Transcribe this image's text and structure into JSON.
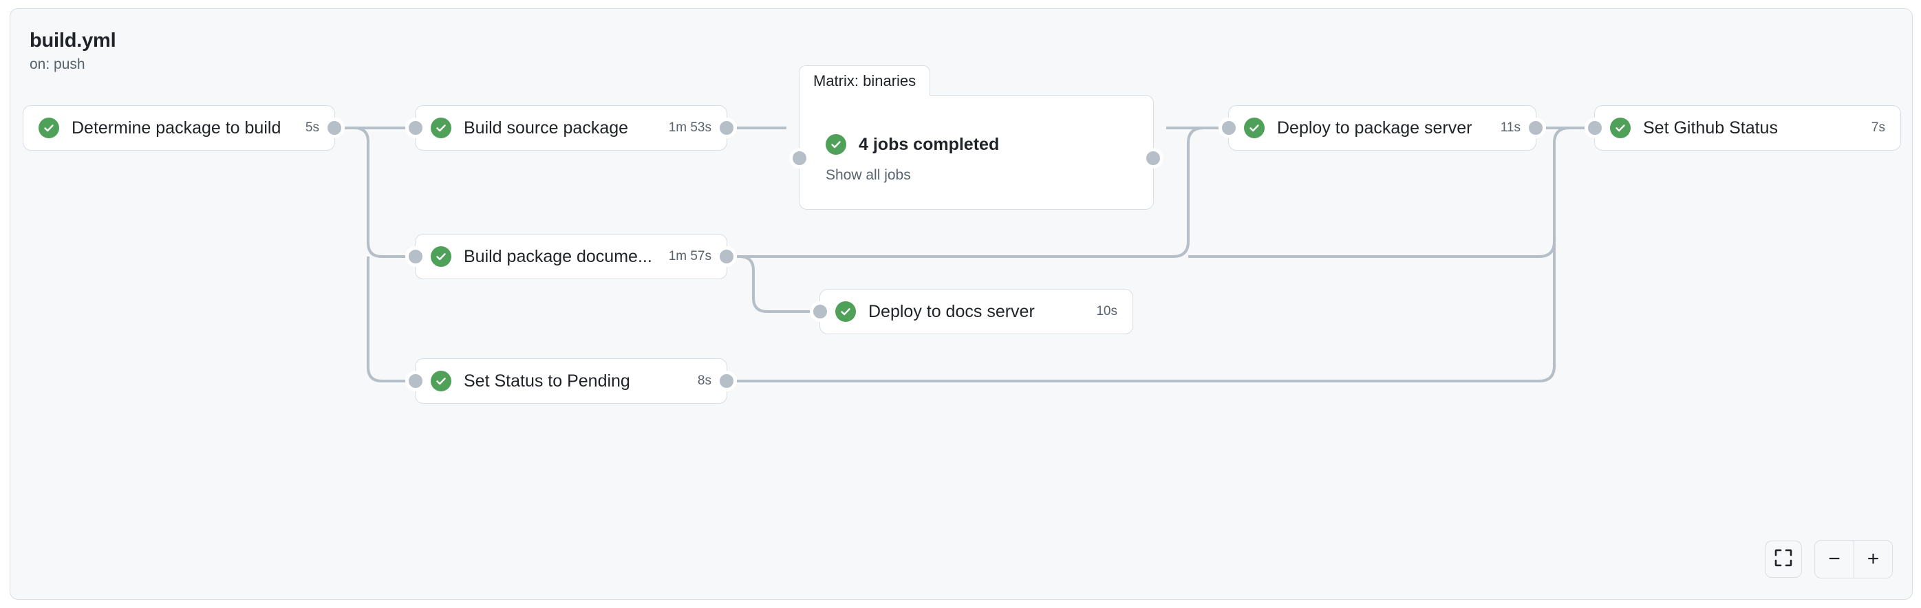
{
  "header": {
    "title": "build.yml",
    "trigger": "on: push"
  },
  "nodes": [
    {
      "id": "determine-package-to-build",
      "label": "Determine package to build",
      "duration": "5s",
      "status": "success"
    },
    {
      "id": "build-source-package",
      "label": "Build source package",
      "duration": "1m 53s",
      "status": "success"
    },
    {
      "id": "build-package-documentation",
      "label": "Build package docume...",
      "duration": "1m 57s",
      "status": "success"
    },
    {
      "id": "set-status-to-pending",
      "label": "Set Status to Pending",
      "duration": "8s",
      "status": "success"
    },
    {
      "id": "deploy-to-docs-server",
      "label": "Deploy to docs server",
      "duration": "10s",
      "status": "success"
    },
    {
      "id": "deploy-to-package-server",
      "label": "Deploy to package server",
      "duration": "11s",
      "status": "success"
    },
    {
      "id": "set-github-status",
      "label": "Set Github Status",
      "duration": "7s",
      "status": "success"
    }
  ],
  "matrix": {
    "tab_label": "Matrix: binaries",
    "status_label": "4 jobs completed",
    "show_all_label": "Show all jobs",
    "status": "success"
  },
  "controls": {
    "fit_label": "fit-to-screen",
    "zoom_out_label": "−",
    "zoom_in_label": "+"
  },
  "colors": {
    "success": "#4fa058",
    "edge": "#b6bfc8",
    "canvas": "#f6f8fa",
    "border": "#d8dee4",
    "text": "#1f2328",
    "muted": "#59636e"
  }
}
